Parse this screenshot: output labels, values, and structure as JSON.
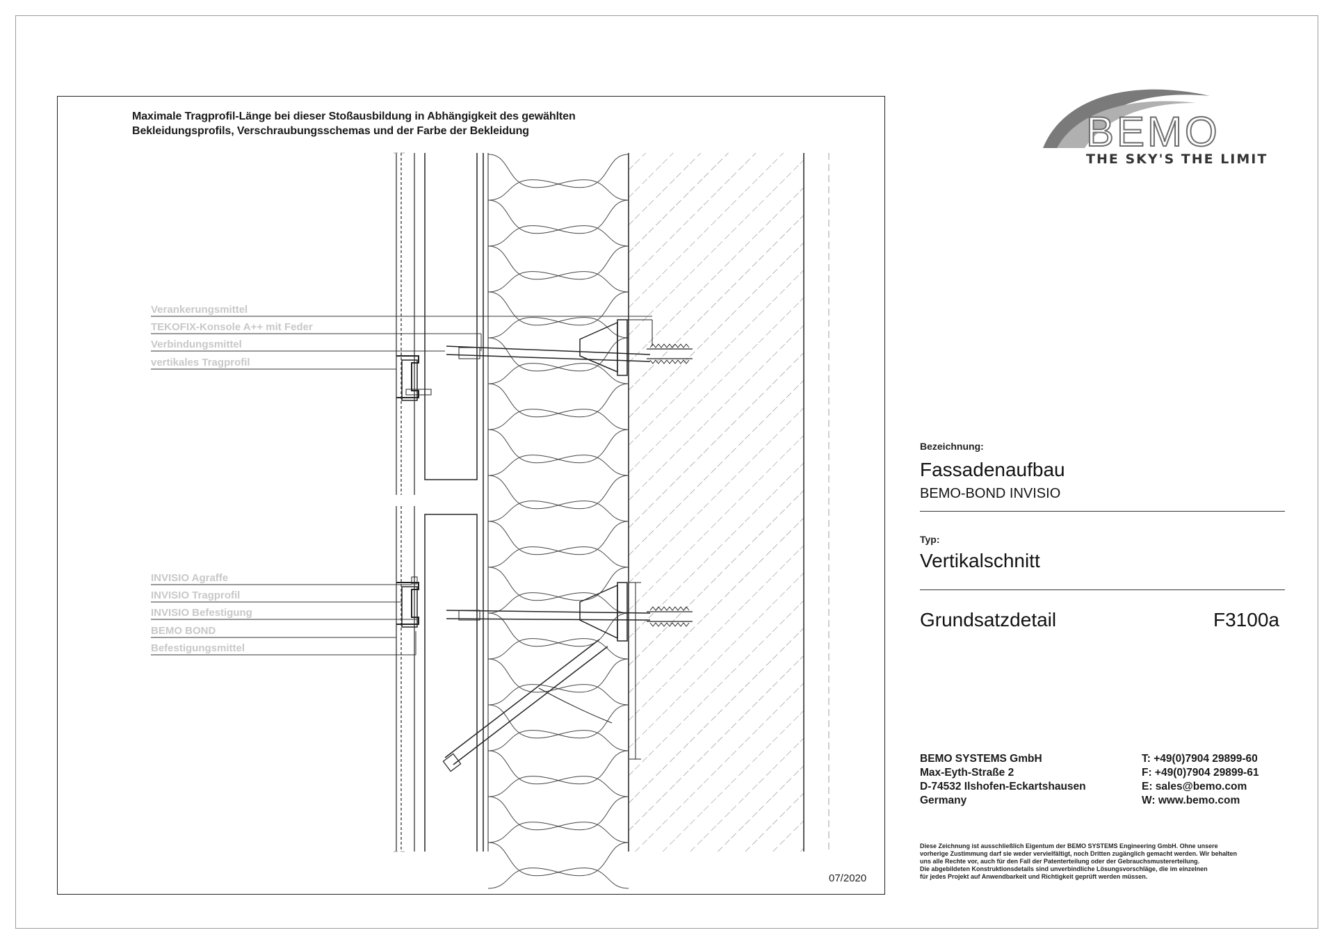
{
  "drawing": {
    "note_line1": "Maximale Tragprofil-Länge bei dieser Stoßausbildung in Abhängigkeit des gewählten",
    "note_line2": "Bekleidungsprofils, Verschraubungsschemas und der Farbe der Bekleidung",
    "labels_upper": [
      "Verankerungsmittel",
      "TEKOFIX-Konsole A++ mit Feder",
      "Verbindungsmittel",
      "vertikales Tragprofil"
    ],
    "labels_lower": [
      "INVISIO Agraffe",
      "INVISIO Tragprofil",
      "INVISIO Befestigung",
      "BEMO BOND",
      "Befestigungsmittel"
    ],
    "date": "07/2020"
  },
  "logo": {
    "brand": "BEMO",
    "tagline": "THE SKY'S THE LIMIT"
  },
  "title_block": {
    "bezeichnung_label": "Bezeichnung:",
    "title": "Fassadenaufbau",
    "subtitle": "BEMO-BOND INVISIO",
    "typ_label": "Typ:",
    "typ": "Vertikalschnitt",
    "detail_label": "Grundsatzdetail",
    "detail_number": "F3100a"
  },
  "company": {
    "name": "BEMO SYSTEMS GmbH",
    "street": "Max-Eyth-Straße 2",
    "city": "D-74532 Ilshofen-Eckartshausen",
    "country": "Germany",
    "phone": "T:  +49(0)7904 29899-60",
    "fax": "F:  +49(0)7904 29899-61",
    "email": "E:  sales@bemo.com",
    "web": "W: www.bemo.com"
  },
  "legal": [
    "Diese Zeichnung ist ausschließlich Eigentum der BEMO SYSTEMS Engineering GmbH. Ohne unsere",
    "vorherige Zustimmung darf sie weder vervielfältigt, noch Dritten zugänglich gemacht werden. Wir behalten",
    "uns alle Rechte vor, auch für den Fall der Patenterteilung oder der Gebrauchsmustererteilung.",
    "Die abgebildeten Konstruktionsdetails sind unverbindliche Lösungsvorschläge, die im einzelnen",
    "für jedes Projekt auf Anwendbarkeit und Richtigkeit geprüft werden müssen."
  ],
  "colors": {
    "line": "#222222",
    "label_gray": "#c8c8c8",
    "logo_gray": "#6e6e6e"
  }
}
